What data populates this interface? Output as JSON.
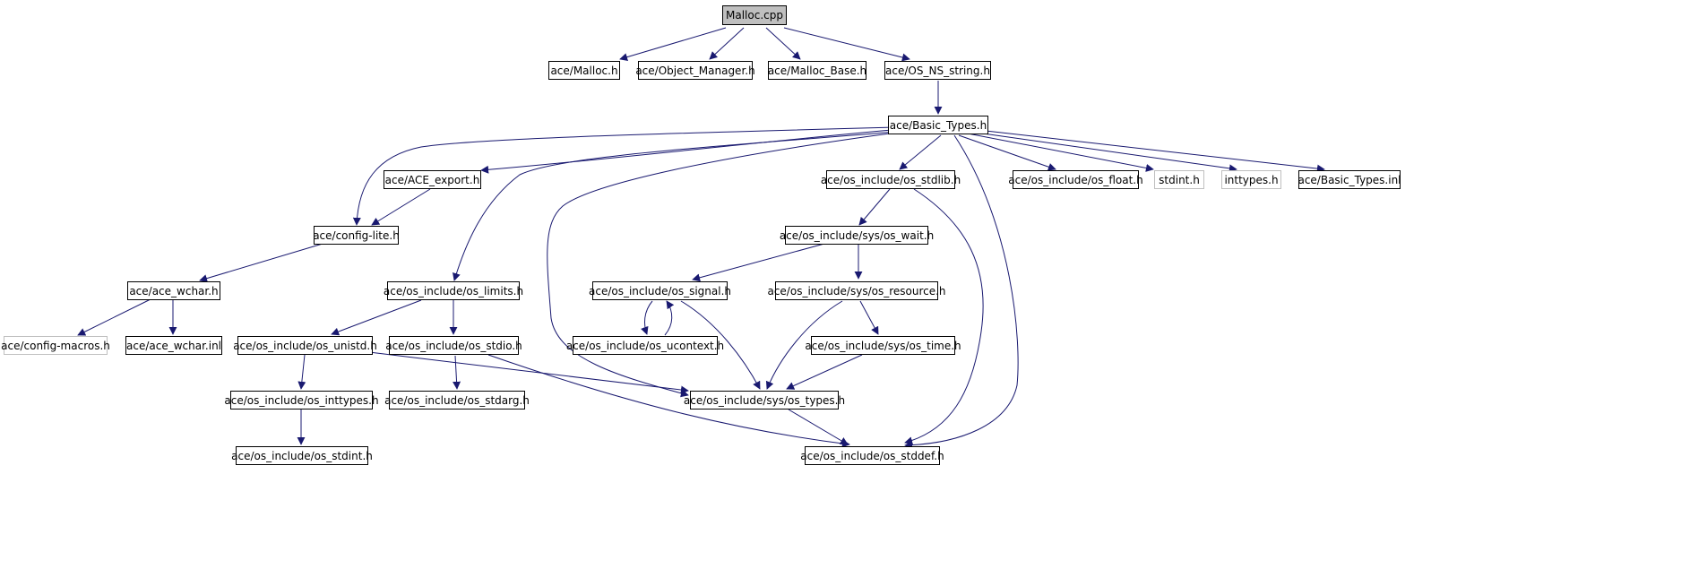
{
  "graph": {
    "colors": {
      "edge": "#191970",
      "root_fill": "#bfbfbf",
      "external_border": "#bfbfbf",
      "node_border": "#000000"
    },
    "nodes": {
      "malloc_cpp": "Malloc.cpp",
      "malloc_h": "ace/Malloc.h",
      "object_manager_h": "ace/Object_Manager.h",
      "malloc_base_h": "ace/Malloc_Base.h",
      "os_ns_string_h": "ace/OS_NS_string.h",
      "basic_types_h": "ace/Basic_Types.h",
      "ace_export_h": "ace/ACE_export.h",
      "os_stdlib_h": "ace/os_include/os_stdlib.h",
      "os_float_h": "ace/os_include/os_float.h",
      "stdint_h": "stdint.h",
      "inttypes_h": "inttypes.h",
      "basic_types_inl": "ace/Basic_Types.inl",
      "config_lite_h": "ace/config-lite.h",
      "os_wait_h": "ace/os_include/sys/os_wait.h",
      "ace_wchar_h": "ace/ace_wchar.h",
      "os_limits_h": "ace/os_include/os_limits.h",
      "os_signal_h": "ace/os_include/os_signal.h",
      "os_resource_h": "ace/os_include/sys/os_resource.h",
      "config_macros_h": "ace/config-macros.h",
      "ace_wchar_inl": "ace/ace_wchar.inl",
      "os_unistd_h": "ace/os_include/os_unistd.h",
      "os_stdio_h": "ace/os_include/os_stdio.h",
      "os_ucontext_h": "ace/os_include/os_ucontext.h",
      "os_time_h": "ace/os_include/sys/os_time.h",
      "os_inttypes_h": "ace/os_include/os_inttypes.h",
      "os_stdarg_h": "ace/os_include/os_stdarg.h",
      "os_types_h": "ace/os_include/sys/os_types.h",
      "os_stdint_h": "ace/os_include/os_stdint.h",
      "os_stddef_h": "ace/os_include/os_stddef.h"
    }
  }
}
